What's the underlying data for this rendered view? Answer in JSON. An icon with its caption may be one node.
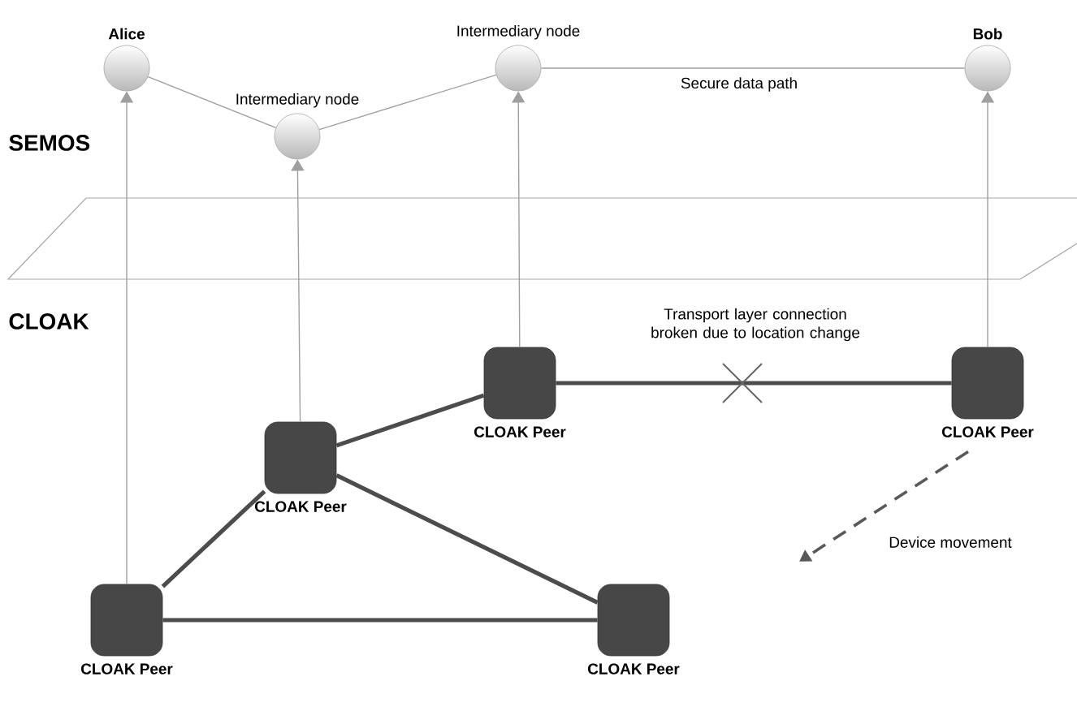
{
  "diagram": {
    "nodes": [
      {
        "text": [
          "Alice"
        ]
      },
      {
        "text": [
          "Intermediary node"
        ]
      },
      {
        "text": [
          "Intermediary node"
        ]
      },
      {
        "text": [
          "Bob"
        ]
      },
      {
        "text": [
          "CLOAK Peer"
        ]
      },
      {
        "text": [
          "CLOAK Peer"
        ]
      },
      {
        "text": [
          "CLOAK Peer"
        ]
      },
      {
        "text": [
          "CLOAK Peer"
        ]
      },
      {
        "text": [
          "CLOAK Peer"
        ]
      }
    ],
    "edges": [
      {
        "from": 0,
        "to": 1,
        "arrow": "none"
      },
      {
        "from": 1,
        "to": 2,
        "arrow": "none"
      },
      {
        "from": 2,
        "to": 3,
        "arrow": "none",
        "label": "Secure data path"
      },
      {
        "from": 7,
        "to": 0,
        "arrow": "to"
      },
      {
        "from": 6,
        "to": 1,
        "arrow": "to"
      },
      {
        "from": 4,
        "to": 2,
        "arrow": "to"
      },
      {
        "from": 5,
        "to": 3,
        "arrow": "to"
      },
      {
        "from": 7,
        "to": 6,
        "arrow": "none",
        "style": "thick"
      },
      {
        "from": 6,
        "to": 4,
        "arrow": "none",
        "style": "thick"
      },
      {
        "from": 6,
        "to": 8,
        "arrow": "none",
        "style": "thick"
      },
      {
        "from": 7,
        "to": 8,
        "arrow": "none",
        "style": "thick"
      },
      {
        "from": 4,
        "to": 5,
        "arrow": "none",
        "style": "thick",
        "label": "Transport layer connection broken due to location change"
      },
      {
        "from": 5,
        "to": null,
        "arrow": "to",
        "style": "dashed",
        "label": "Device movement"
      }
    ],
    "labels": [
      "SEMOS",
      "CLOAK"
    ]
  }
}
